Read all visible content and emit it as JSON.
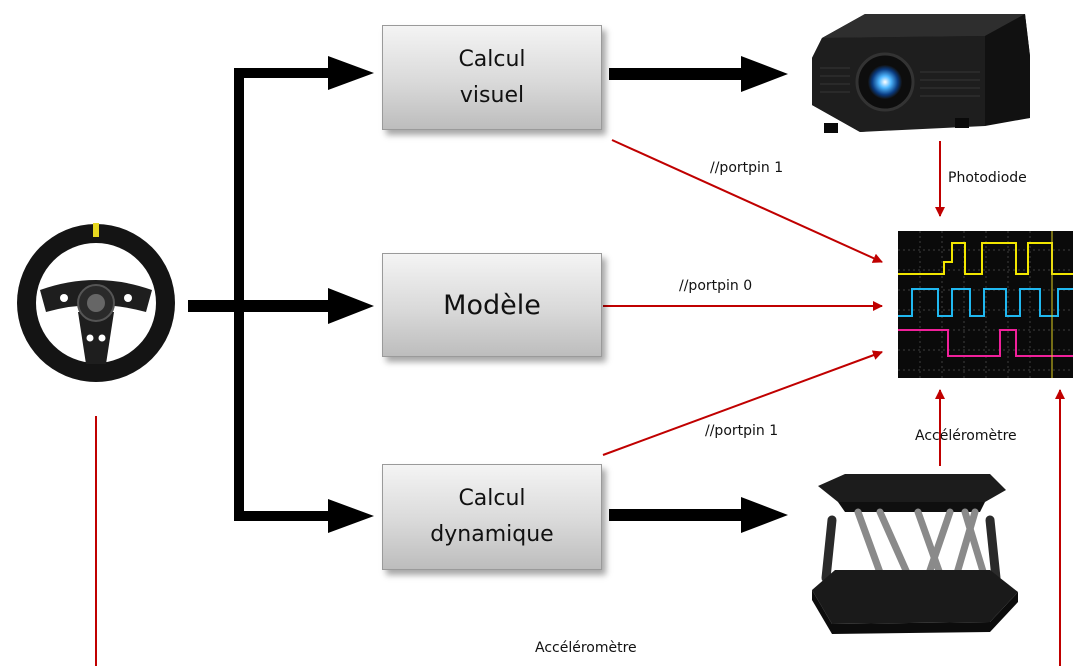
{
  "boxes": {
    "visuel": {
      "line1": "Calcul",
      "line2": "visuel"
    },
    "modele": {
      "label": "Modèle"
    },
    "dynamique": {
      "line1": "Calcul",
      "line2": "dynamique"
    }
  },
  "labels": {
    "portpin_top": "//portpin 1",
    "portpin_middle": "//portpin 0",
    "portpin_bottom": "//portpin 1",
    "photodiode": "Photodiode",
    "accelerometre_right": "Accéléromètre",
    "accelerometre_bottom": "Accéléromètre"
  },
  "colors": {
    "black_arrow": "#000000",
    "red_arrow": "#c00000",
    "scope_yellow": "#f2e600",
    "scope_cyan": "#20b8f0",
    "scope_magenta": "#f0209a"
  }
}
